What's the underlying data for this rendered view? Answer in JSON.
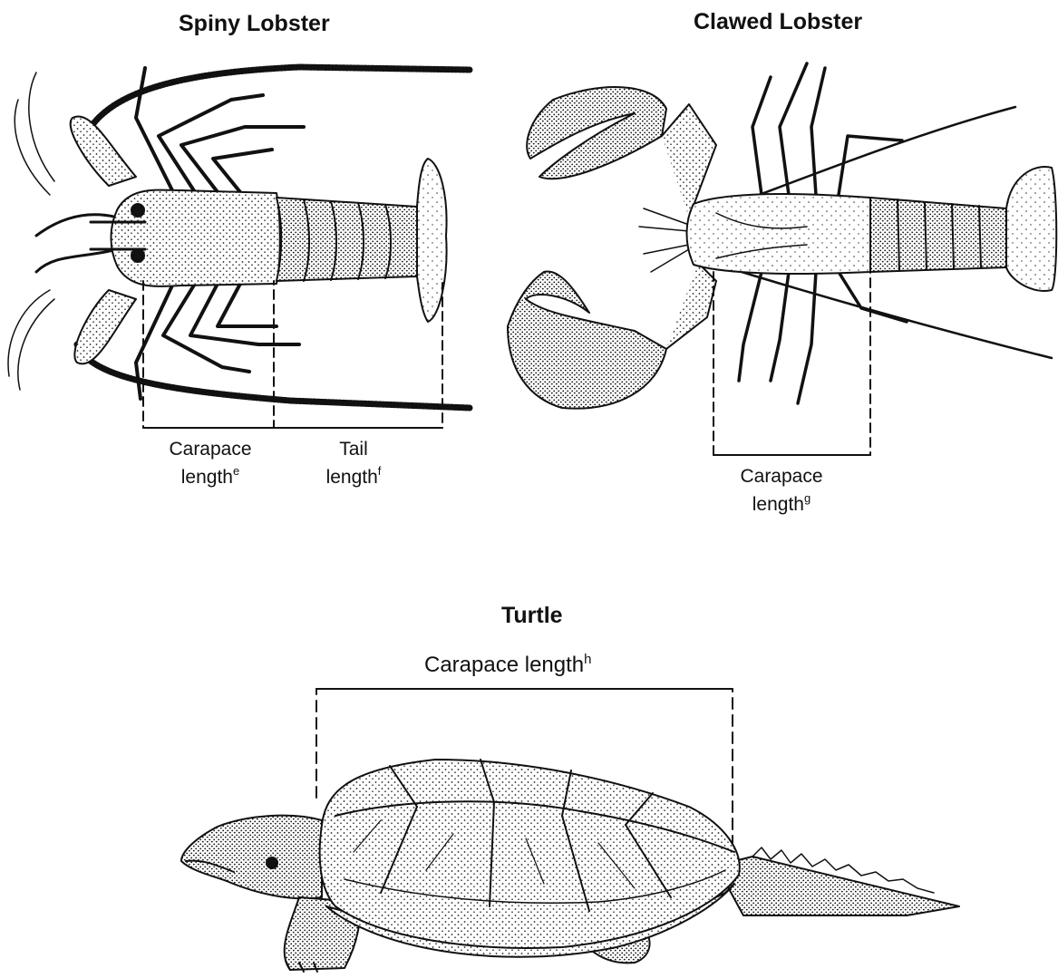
{
  "spiny": {
    "title": "Spiny Lobster",
    "carapace_label": "Carapace",
    "carapace_label2": "length",
    "carapace_sup": "e",
    "tail_label": "Tail",
    "tail_label2": "length",
    "tail_sup": "f"
  },
  "clawed": {
    "title": "Clawed Lobster",
    "carapace_label": "Carapace",
    "carapace_label2": "length",
    "carapace_sup": "g"
  },
  "turtle": {
    "title": "Turtle",
    "carapace_label": "Carapace length",
    "carapace_sup": "h"
  },
  "icons": {
    "spiny_lobster": "spiny-lobster-illustration",
    "clawed_lobster": "clawed-lobster-illustration",
    "turtle": "snapping-turtle-illustration"
  }
}
